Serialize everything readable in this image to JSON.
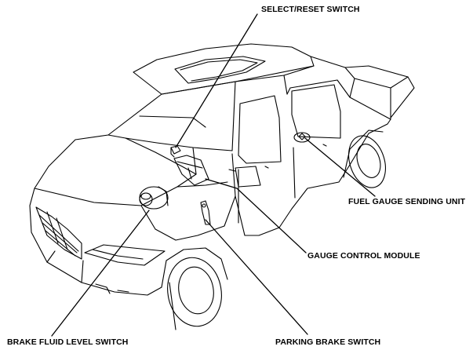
{
  "callouts": {
    "select_reset_switch": "SELECT/RESET SWITCH",
    "fuel_gauge_sending_unit": "FUEL GAUGE SENDING UNIT",
    "gauge_control_module": "GAUGE CONTROL MODULE",
    "brake_fluid_level_switch": "BRAKE FLUID LEVEL SWITCH",
    "parking_brake_switch": "PARKING BRAKE SWITCH"
  },
  "colors": {
    "line": "#000000",
    "background": "#ffffff"
  }
}
